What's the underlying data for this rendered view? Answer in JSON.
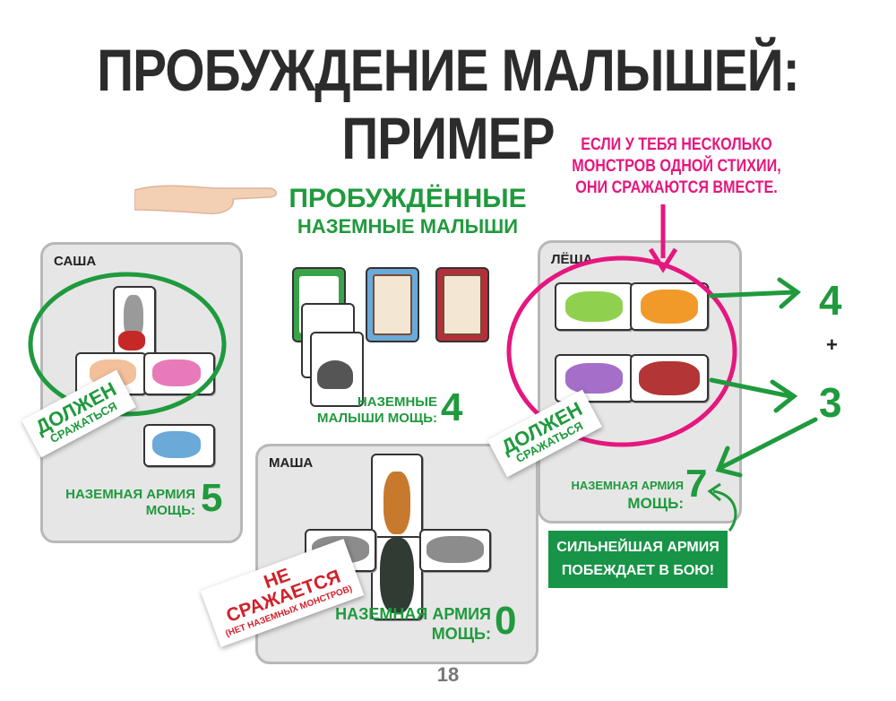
{
  "title": "ПРОБУЖДЕНИЕ МАЛЫШЕЙ: ПРИМЕР",
  "note": "ЕСЛИ У ТЕБЯ НЕСКОЛЬКО МОНСТРОВ ОДНОЙ СТИХИИ, ОНИ СРАЖАЮТСЯ ВМЕСТЕ.",
  "awakened": {
    "line1": "ПРОБУЖДЁННЫЕ",
    "line2": "НАЗЕМНЫЕ МАЛЫШИ"
  },
  "center_power": {
    "label_line1": "НАЗЕМНЫЕ",
    "label_line2": "МАЛЫШИ МОЩЬ:",
    "value": "4"
  },
  "sasha": {
    "name": "САША",
    "stamp_line1": "ДОЛЖЕН",
    "stamp_line2": "СРАЖАТЬСЯ",
    "power_label1": "НАЗЕМНАЯ АРМИЯ",
    "power_label2": "МОЩЬ:",
    "power_value": "5"
  },
  "masha": {
    "name": "МАША",
    "stamp_line1": "НЕ СРАЖАЕТСЯ",
    "stamp_line2": "(НЕТ НАЗЕМНЫХ МОНСТРОВ)",
    "power_label1": "НАЗЕМНАЯ АРМИЯ",
    "power_label2": "МОЩЬ:",
    "power_value": "0"
  },
  "lesha": {
    "name": "ЛЁША",
    "stamp_line1": "ДОЛЖЕН",
    "stamp_line2": "СРАЖАТЬСЯ",
    "power_label1": "НАЗЕМНАЯ АРМИЯ",
    "power_label2": "МОЩЬ:",
    "power_value": "7",
    "sum_top": "4",
    "sum_plus": "+",
    "sum_bottom": "3"
  },
  "banner": {
    "line1": "СИЛЬНЕЙШАЯ АРМИЯ",
    "line2": "ПОБЕЖДАЕТ В БОЮ!"
  },
  "page_number": "18",
  "colors": {
    "green": "#1f9a3d",
    "pink": "#e5177e",
    "red": "#d3202a",
    "panel": "#e6e6e6"
  }
}
